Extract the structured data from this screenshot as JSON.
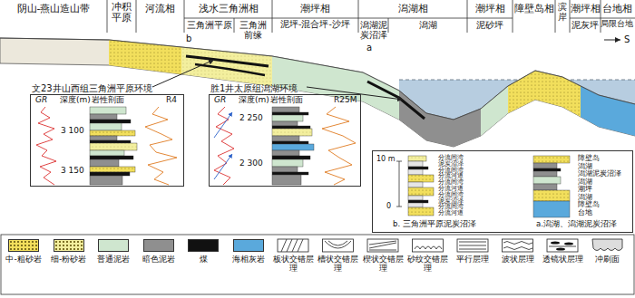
{
  "diagram": {
    "nodes": [
      {
        "text": [
          "文23井山西组三角洲平原环境",
          "GR",
          "深度(m)",
          "岩性剖面",
          "R4",
          "3 100",
          "3 150"
        ]
      },
      {
        "text": [
          "胜1井太原组潟湖环境",
          "GR",
          "深度(m)",
          "岩性剖面",
          "R25M",
          "2 250",
          "2 300"
        ]
      },
      {
        "text": [
          "10 m",
          "0",
          "分流间湾",
          "泥炭沼泽",
          "分流间湾",
          "分流河道",
          "分流间湾",
          "分流河道",
          "分流间湾",
          "泥炭沼泽",
          "分流间湾",
          "分流河道",
          "b. 三角洲平原泥炭沼泽",
          "障壁岛",
          "潟湖",
          "潟湖泥炭沼泽",
          "潟湖",
          "潮坪",
          "潟湖",
          "障壁岛",
          "台地",
          "a.潟湖、潟湖泥炭沼泽"
        ]
      }
    ],
    "labels": [
      "阴山-燕山造山带",
      "冲积平原",
      "河流相",
      "浅水三角洲相",
      "三角洲平原",
      "三角洲前缘",
      "潮坪相",
      "泥坪-混合坪-沙坪",
      "潟湖相",
      "潟湖泥炭沼泽",
      "潟湖",
      "潮坪相",
      "泥砂坪",
      "障壁岛相",
      "滨岸",
      "潮坪相",
      "泥灰坪",
      "台地相",
      "局限台地",
      "S",
      "b",
      "a"
    ],
    "legend": [
      {
        "text": "中-粗砂岩",
        "color": "#f2df5c"
      },
      {
        "text": "细-粉砂岩",
        "color": "#f3ef9e"
      },
      {
        "text": "普通泥岩",
        "color": "#cfe6cf"
      },
      {
        "text": "暗色泥岩",
        "color": "#8f8f8f"
      },
      {
        "text": "煤",
        "color": "#111111"
      },
      {
        "text": "海相灰岩",
        "color": "#5aa9dc"
      },
      {
        "text": "板状交错层理"
      },
      {
        "text": "槽状交错层理"
      },
      {
        "text": "楔状交错层理"
      },
      {
        "text": "砂纹交错层理"
      },
      {
        "text": "平行层理"
      },
      {
        "text": "波状层理"
      },
      {
        "text": "透镜状层理"
      },
      {
        "text": "冲刷面"
      }
    ]
  }
}
